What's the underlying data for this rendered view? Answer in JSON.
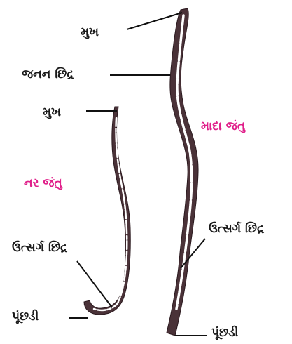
{
  "labels": {
    "female_mouth": "મુખ",
    "genital_pore": "જનન છિદ્ર",
    "female_title": "માદા જંતુ",
    "male_mouth": "મુખ",
    "male_title": "નર જંતુ",
    "male_excretory_pore": "ઉત્સર્ગ છિદ્ર",
    "female_excretory_pore": "ઉત્સર્ગ છિદ્ર",
    "male_tail": "પૂંછડી",
    "female_tail": "પૂંછડી"
  },
  "colors": {
    "worm_body": "#4a3238",
    "worm_highlight": "#ffffff",
    "title_accent": "#e0208a",
    "pointer_line": "#111111"
  }
}
